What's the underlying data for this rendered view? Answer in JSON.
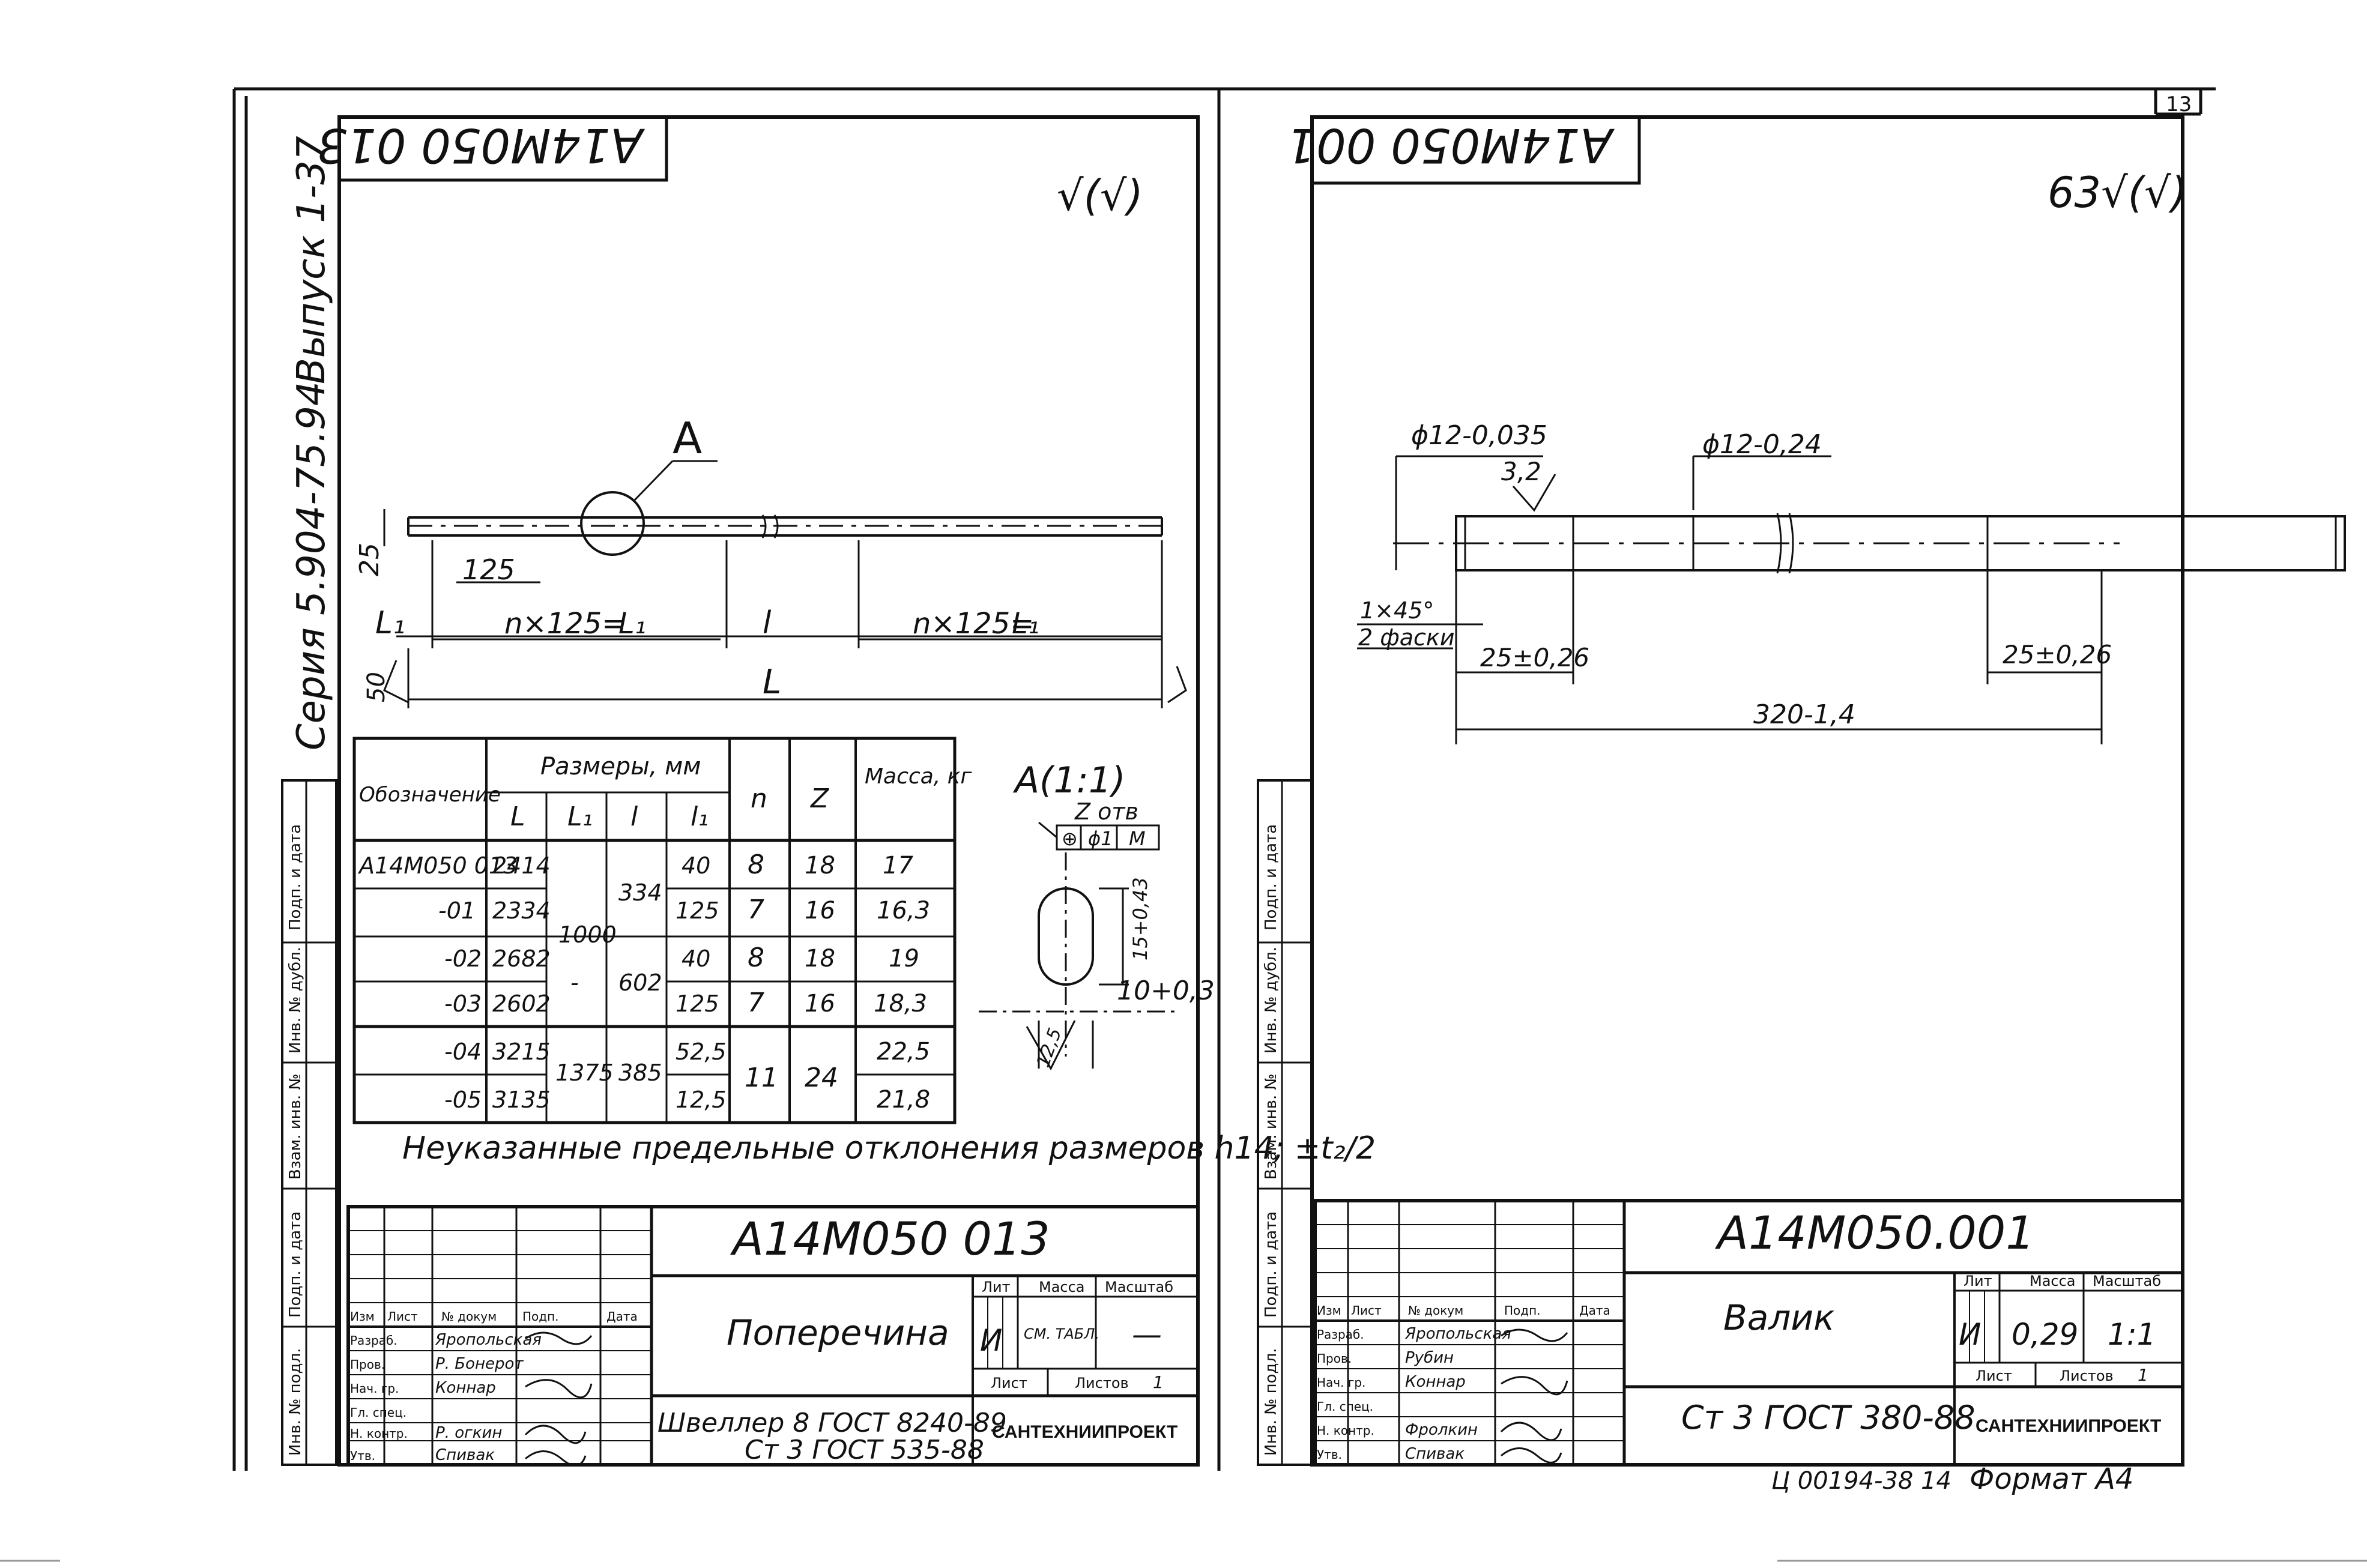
{
  "sheet_number": "13",
  "series": "Серия 5.904-75.94",
  "issue": "Выпуск 1-37",
  "side_labels": [
    "Подп. и дата",
    "Инв. № дубл.",
    "Взам. инв. №",
    "Подп. и дата",
    "Инв. № подл."
  ],
  "left": {
    "top_code": "А14М050 013",
    "roughness": "√(√)",
    "view_label": "А",
    "dims": {
      "height": "25",
      "pitch": "125",
      "l1": "L₁",
      "n_pitch_left": "n×125=",
      "n_pitch_right": "n×125=",
      "l1_box": "L₁",
      "l": "l",
      "L": "L",
      "chamfer": "50",
      "total": "L"
    },
    "table": {
      "h_designation": "Обозначение",
      "h_dims": "Размеры, мм",
      "h_L": "L",
      "h_L1": "L₁",
      "h_l": "l",
      "h_l1": "l₁",
      "h_n": "n",
      "h_z": "Z",
      "h_mass": "Масса, кг",
      "rows": [
        {
          "des": "А14М050 013",
          "L": "2414",
          "l1": "40",
          "n": "8",
          "z": "18",
          "m": "17"
        },
        {
          "des": "-01",
          "L": "2334",
          "l1": "125",
          "n": "7",
          "z": "16",
          "m": "16,3"
        },
        {
          "des": "-02",
          "L": "2682",
          "l1": "40",
          "n": "8",
          "z": "18",
          "m": "19"
        },
        {
          "des": "-03",
          "L": "2602",
          "l1": "125",
          "n": "7",
          "z": "16",
          "m": "18,3"
        },
        {
          "des": "-04",
          "L": "3215",
          "l1": "52,5",
          "n": "",
          "z": "",
          "m": "22,5"
        },
        {
          "des": "-05",
          "L": "3135",
          "l1": "12,5",
          "n": "",
          "z": "",
          "m": "21,8"
        }
      ],
      "merged": {
        "L1_a": "1000",
        "L1_b": "-",
        "L1_c": "1375",
        "l_a": "334",
        "l_b": "602",
        "l_c": "385",
        "n_c": "11",
        "z_c": "24"
      }
    },
    "detail": {
      "title": "А(1:1)",
      "holes": "Z отв",
      "tol1": "⊕",
      "tol2": "ϕ1",
      "tol3": "M",
      "d1": "15+0,43",
      "d2": "10+0,3",
      "rough": "12,5"
    },
    "note": "Неуказанные предельные отклонения размеров h14; ±t₂/2",
    "title_block": {
      "code": "А14М050 013",
      "name": "Поперечина",
      "material_1": "Швеллер 8 ГОСТ 8240-89",
      "material_2": "Ст 3 ГОСТ 535-88",
      "lit_h": "Лит",
      "mass_h": "Масса",
      "scale_h": "Масштаб",
      "lit": "И",
      "mass": "СМ. ТАБЛ.",
      "scale": "—",
      "sheet_h": "Лист",
      "sheets_h": "Листов",
      "sheets": "1",
      "org": "САНТЕХНИИПРОЕКТ",
      "h_izm": "Изм",
      "h_list": "Лист",
      "h_doc": "№ докум",
      "h_sign": "Подп.",
      "h_date": "Дата",
      "roles": [
        "Разраб.",
        "Пров.",
        "Нач. гр.",
        "Гл. спец.",
        "Н. контр.",
        "Утв."
      ],
      "names": [
        "Яропольская",
        "Р. Бонерот",
        "Коннар",
        "",
        "Р. огкин",
        "Спивак"
      ]
    }
  },
  "right": {
    "top_code": "А14М050 001",
    "roughness": "63√(√)",
    "dims": {
      "d_left": "ϕ12-0,035",
      "d_right": "ϕ12-0,24",
      "rough": "3,2",
      "chamfer_1": "1×45°",
      "chamfer_2": "2 фаски",
      "len_left": "25±0,26",
      "len_right": "25±0,26",
      "total": "320-1,4"
    },
    "title_block": {
      "code": "А14М050.001",
      "name": "Валик",
      "material": "Ст 3 ГОСТ 380-88",
      "lit_h": "Лит",
      "mass_h": "Масса",
      "scale_h": "Масштаб",
      "lit": "И",
      "mass": "0,29",
      "scale": "1:1",
      "sheet_h": "Лист",
      "sheets_h": "Листов",
      "sheets": "1",
      "org": "САНТЕХНИИПРОЕКТ",
      "h_izm": "Изм",
      "h_list": "Лист",
      "h_doc": "№ докум",
      "h_sign": "Подп.",
      "h_date": "Дата",
      "roles": [
        "Разраб.",
        "Пров.",
        "Нач. гр.",
        "Гл. спец.",
        "Н. контр.",
        "Утв."
      ],
      "names": [
        "Яропольская",
        "Рубин",
        "Коннар",
        "",
        "Фролкин",
        "Спивак"
      ]
    }
  },
  "footer": {
    "ref": "Ц 00194-38 14",
    "format": "Формат А4"
  }
}
